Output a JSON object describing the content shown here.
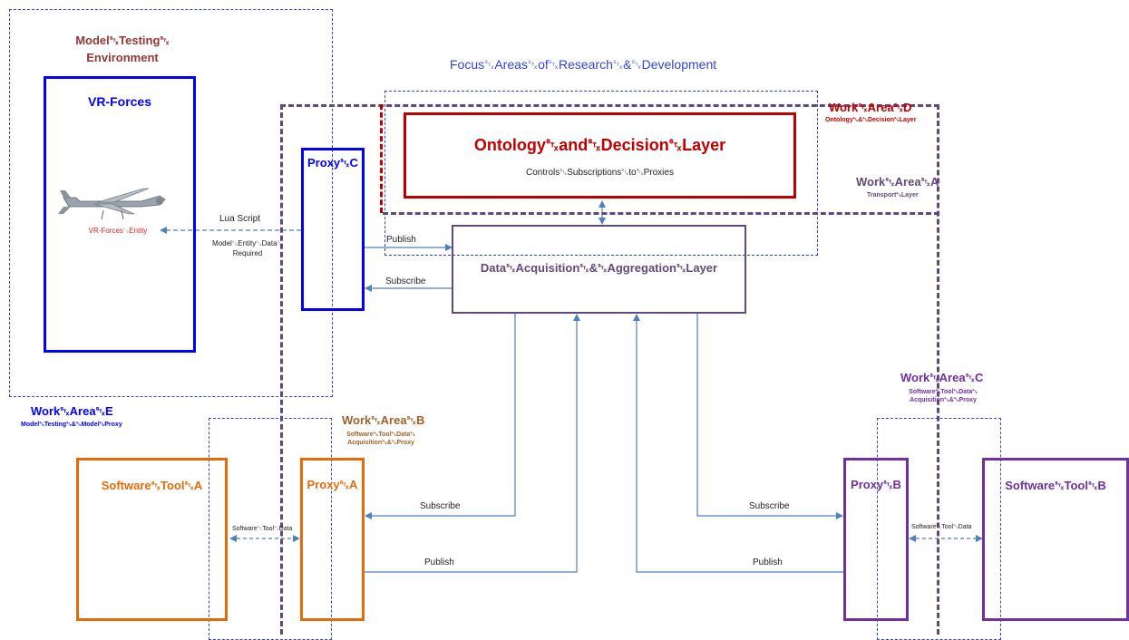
{
  "model_testing": {
    "title_line1": "Model␂Testing␂",
    "title_line2": "Environment"
  },
  "focus_areas": "Focus␂Areas␂of␂Research␂&␂Development",
  "vr_forces": {
    "title": "VR-Forces",
    "entity_label": "VR-Forces␂Entity"
  },
  "lua_script": {
    "label": "Lua Script",
    "note_line1": "Model␂Entity␂Data␂",
    "note_line2": "Required"
  },
  "proxy_c": "Proxy␂C",
  "proxy_a": "Proxy␂A",
  "proxy_b": "Proxy␂B",
  "ontology": {
    "title": "Ontology␂and␂Decision␂Layer",
    "subtitle": "Controls␂Subscriptions␂to␂Proxies"
  },
  "data_layer": "Data␂Acquisition␂&␂Aggregation␂Layer",
  "work_area_d": {
    "title": "Work␂Area␂D",
    "subtitle": "Ontology␂&␂Decision␂Layer"
  },
  "work_area_a": {
    "title": "Work␂Area␂A",
    "subtitle": "Transport␂Layer"
  },
  "work_area_c": {
    "title": "Work␂Area␂C",
    "subtitle_line1": "Software␂Tool␂Data␂",
    "subtitle_line2": "Acquisition␂&␂Proxy"
  },
  "work_area_b": {
    "title": "Work␂Area␂B",
    "subtitle_line1": "Software␂Tool␂Data␂",
    "subtitle_line2": "Acquisition␂&␂Proxy"
  },
  "work_area_e": {
    "title": "Work␂Area␂E",
    "subtitle": "Model␂Testing␂&␂Model␂Proxy"
  },
  "software_tool_a": "Software␂Tool␂A",
  "software_tool_b": "Software␂Tool␂B",
  "software_tool_data_a": "Software␂Tool␂Data",
  "software_tool_data_b": "Software␂Tool␂Data",
  "arrows": {
    "publish_c": "Publish",
    "subscribe_c": "Subscribe",
    "subscribe_a": "Subscribe",
    "publish_a": "Publish",
    "subscribe_b": "Subscribe",
    "publish_b": "Publish"
  },
  "colors": {
    "blue": "#0000ff",
    "dashed_blue": "#3344dd",
    "red": "#c00000",
    "purple": "#604a7b",
    "violet": "#7030a0",
    "orange": "#e36c09",
    "brown": "#a0612a",
    "model_red": "#943634",
    "arrow": "#4f81bd"
  }
}
